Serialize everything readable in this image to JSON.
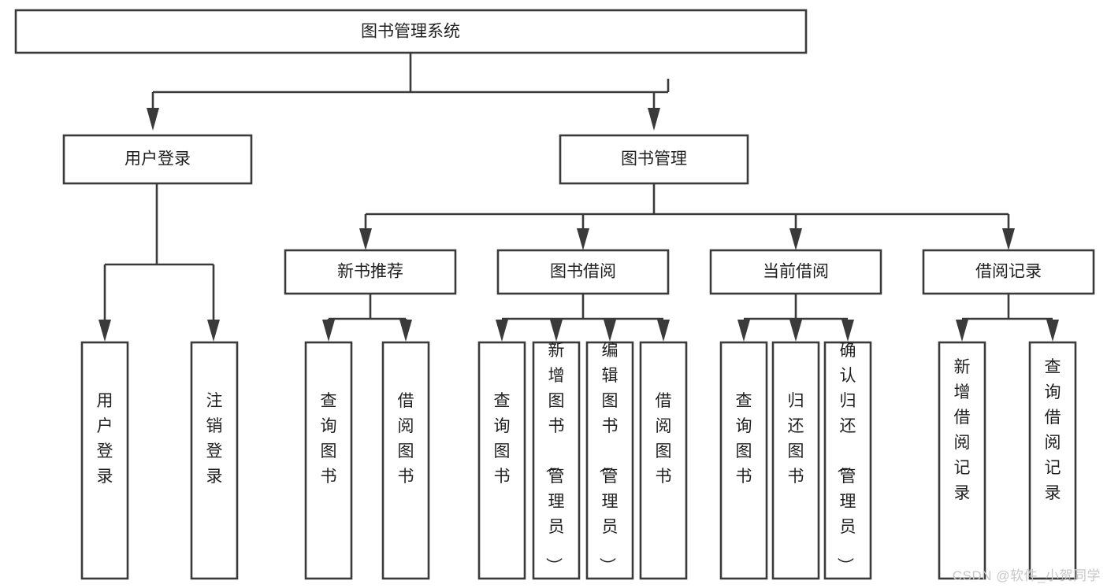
{
  "diagram": {
    "type": "tree-hierarchy-chart",
    "title": "图书管理系统",
    "orientation": "top-down",
    "colors": {
      "box_stroke": "#3a3a3a",
      "box_fill": "#ffffff",
      "connector": "#3a3a3a",
      "text": "#1f1f1f",
      "watermark": "#c7c7c7",
      "background": "#ffffff"
    },
    "root": {
      "label": "图书管理系统"
    },
    "level2": [
      {
        "label": "用户登录"
      },
      {
        "label": "图书管理"
      }
    ],
    "level3": [
      {
        "label": "新书推荐"
      },
      {
        "label": "图书借阅"
      },
      {
        "label": "当前借阅"
      },
      {
        "label": "借阅记录"
      }
    ],
    "leaves": {
      "user_login": [
        {
          "label": "用户登录"
        },
        {
          "label": "注销登录"
        }
      ],
      "new_book_recommend": [
        {
          "label": "查询图书"
        },
        {
          "label": "借阅图书"
        }
      ],
      "book_borrow": [
        {
          "label": "查询图书"
        },
        {
          "label": "新增图书（管理员）"
        },
        {
          "label": "编辑图书（管理员）"
        },
        {
          "label": "借阅图书"
        }
      ],
      "current_borrow": [
        {
          "label": "查询图书"
        },
        {
          "label": "归还图书"
        },
        {
          "label": "确认归还（管理员）"
        }
      ],
      "borrow_record": [
        {
          "label": "新增借阅记录"
        },
        {
          "label": "查询借阅记录"
        }
      ]
    }
  },
  "watermark": {
    "text": "CSDN @软件_小贺同学"
  }
}
